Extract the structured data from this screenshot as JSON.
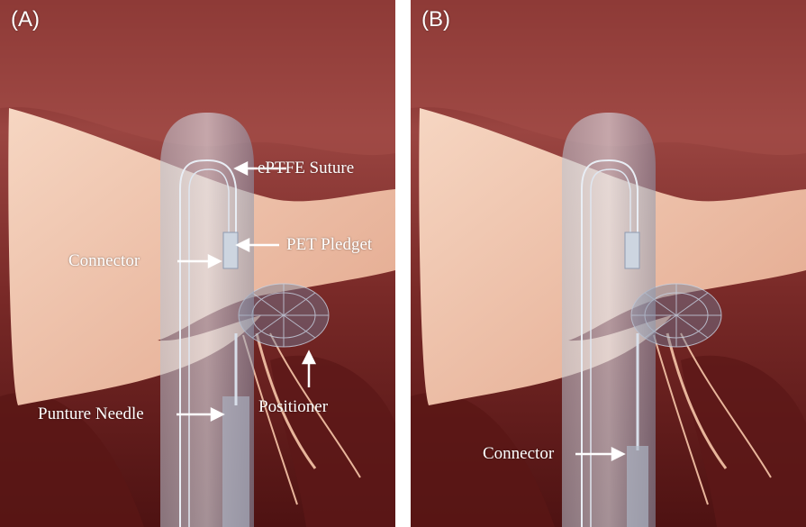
{
  "panels": [
    {
      "label": "(A)",
      "callouts": {
        "suture": "ePTFE Suture",
        "pledget": "PET Pledget",
        "connector": "Connector",
        "needle": "Punture Needle",
        "positioner": "Positioner"
      }
    },
    {
      "label": "(B)",
      "callouts": {
        "connector": "Connector"
      }
    }
  ],
  "colors": {
    "heart_tissue": "#8a2f2c",
    "leaflet": "#f2c6ad",
    "device_sheath": "#9aa6b8",
    "label_text": "#ffffff"
  }
}
